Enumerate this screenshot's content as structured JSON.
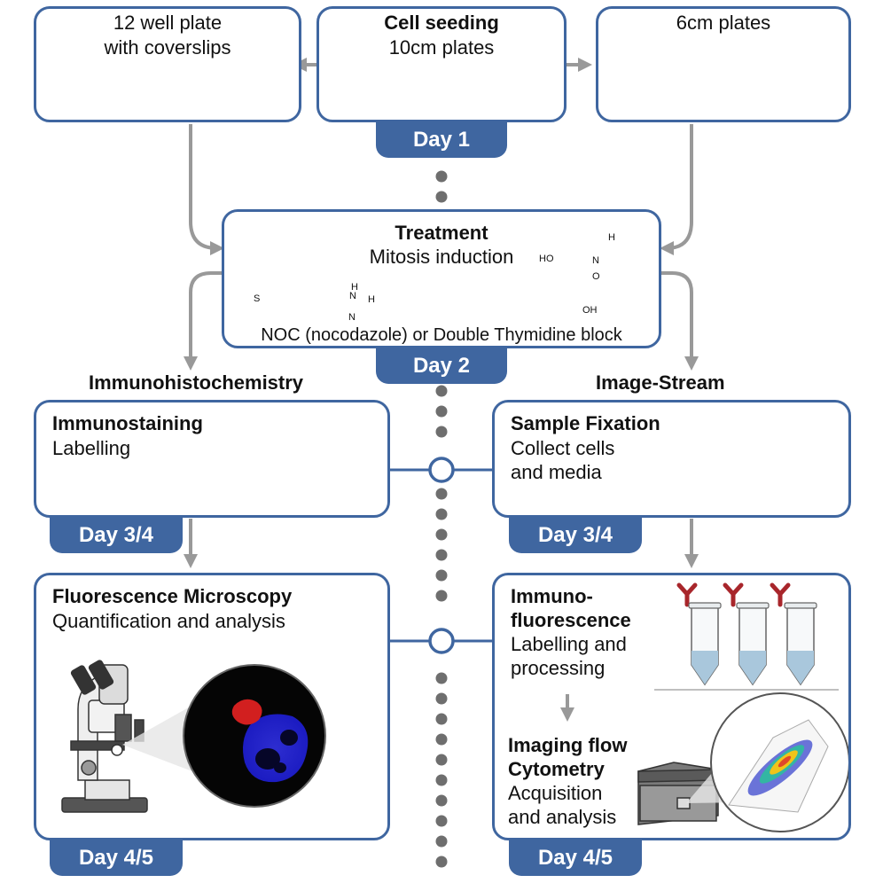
{
  "top_left": {
    "line1": "12 well plate",
    "line2": "with coverslips"
  },
  "top_center": {
    "title": "Cell seeding",
    "subtitle": "10cm plates"
  },
  "top_right": {
    "title": "6cm plates"
  },
  "day1": "Day 1",
  "treatment": {
    "title": "Treatment",
    "subtitle": "Mitosis induction",
    "caption": "NOC (nocodazole) or Double Thymidine block",
    "noc_atoms": {
      "h": "H",
      "n1": "N",
      "n2": "N",
      "nh": "H",
      "s": "S"
    },
    "thy_atoms": {
      "ho": "HO",
      "oh": "OH",
      "o": "O",
      "n": "N",
      "nh": "H"
    }
  },
  "day2": "Day 2",
  "left_branch_title": "Immunohistochemistry",
  "right_branch_title": "Image-Stream",
  "immunostaining": {
    "title": "Immunostaining",
    "line1": "Labelling"
  },
  "day3_left": "Day 3/4",
  "sample_fixation": {
    "title": "Sample Fixation",
    "line1": "Collect cells",
    "line2": "and media"
  },
  "day3_right": "Day 3/4",
  "fluorescence": {
    "title": "Fluorescence Microscopy",
    "line1": "Quantification and analysis"
  },
  "day45_left": "Day 4/5",
  "immunofluorescence": {
    "title1": "Immuno-",
    "title2": "fluorescence",
    "line1": "Labelling and",
    "line2": "processing"
  },
  "imaging_flow": {
    "title1": "Imaging flow",
    "title2": "Cytometry",
    "line1": "Acquisition",
    "line2": "and analysis"
  },
  "day45_right": "Day 4/5",
  "colors": {
    "frame": "#3f66a0",
    "arrow": "#999999",
    "dots": "#6e6e6e",
    "antibody": "#a8262b",
    "liquid": "#a9c7dc"
  }
}
